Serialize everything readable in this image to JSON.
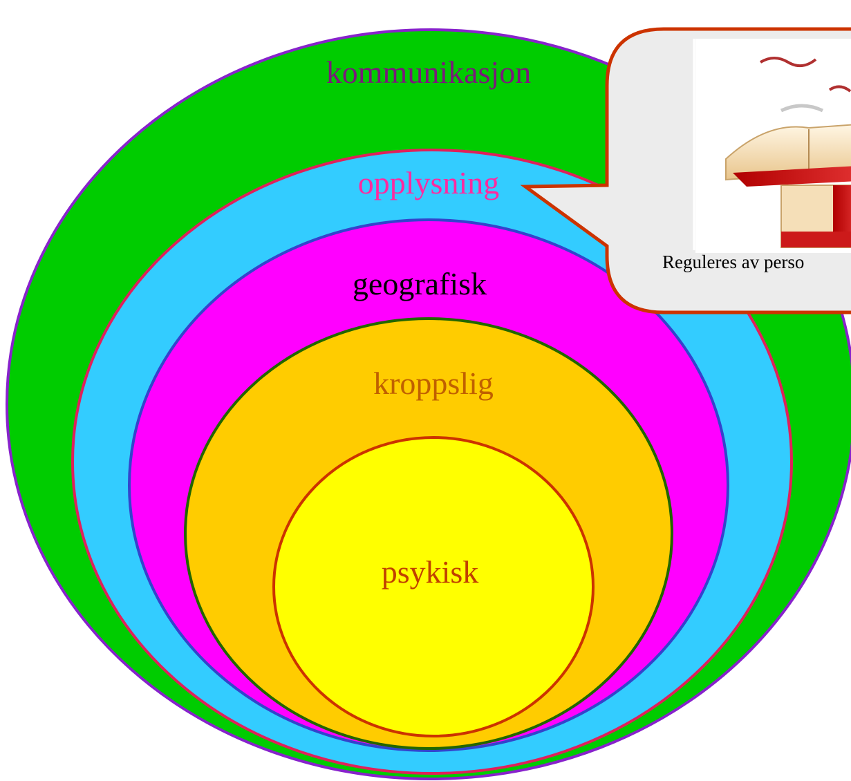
{
  "rings": [
    {
      "label": "kommunikasjon",
      "fill": "#00cc00",
      "stroke": "#8822cc",
      "text_color": "#7a1a7a"
    },
    {
      "label": "opplysning",
      "fill": "#33ccff",
      "stroke": "#e0205a",
      "text_color": "#ff2aa0"
    },
    {
      "label": "geografisk",
      "fill": "#ff00ff",
      "stroke": "#3344cc",
      "text_color": "#000000"
    },
    {
      "label": "kroppslig",
      "fill": "#ffcc00",
      "stroke": "#226600",
      "text_color": "#c06000"
    },
    {
      "label": "psykisk",
      "fill": "#ffff00",
      "stroke": "#cc3300",
      "text_color": "#c04000"
    }
  ],
  "callout": {
    "caption": "Reguleres av perso",
    "fill": "#ececec",
    "stroke": "#cc3300",
    "image_icon": "books-with-quill-icon"
  }
}
